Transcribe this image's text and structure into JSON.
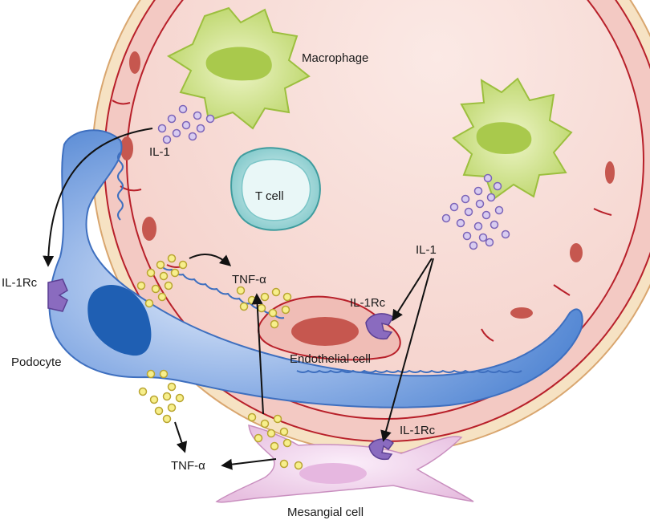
{
  "labels": {
    "macrophage": "Macrophage",
    "il1_top": "IL-1",
    "il1_right": "IL-1",
    "t_cell": "T cell",
    "il1rc_left": "IL-1Rc",
    "il1rc_endo": "IL-1Rc",
    "il1rc_mesangial": "IL-1Rc",
    "tnf_top": "TNF-α",
    "tnf_bottom": "TNF-α",
    "podocyte": "Podocyte",
    "endothelial_cell": "Endothelial cell",
    "mesangial_cell": "Mesangial cell"
  },
  "colors": {
    "lumen": "#f7d9d4",
    "vessel_wall": "#f2c7c0",
    "vessel_outline": "#b8202a",
    "basement_membrane": "#f3dcb8",
    "podocyte": "#5b8fd6",
    "podocyte_nucleus": "#1f5fb3",
    "macrophage": "#c9df7a",
    "macrophage_nucleus": "#a9c94c",
    "t_cell": "#9fd6d6",
    "il1_particles": "#c9b7e8",
    "tnf_particles": "#f2ea7a",
    "receptor": "#8a6bbf",
    "mesangial": "#f1d2ec",
    "nucleus_red": "#c6574f"
  }
}
